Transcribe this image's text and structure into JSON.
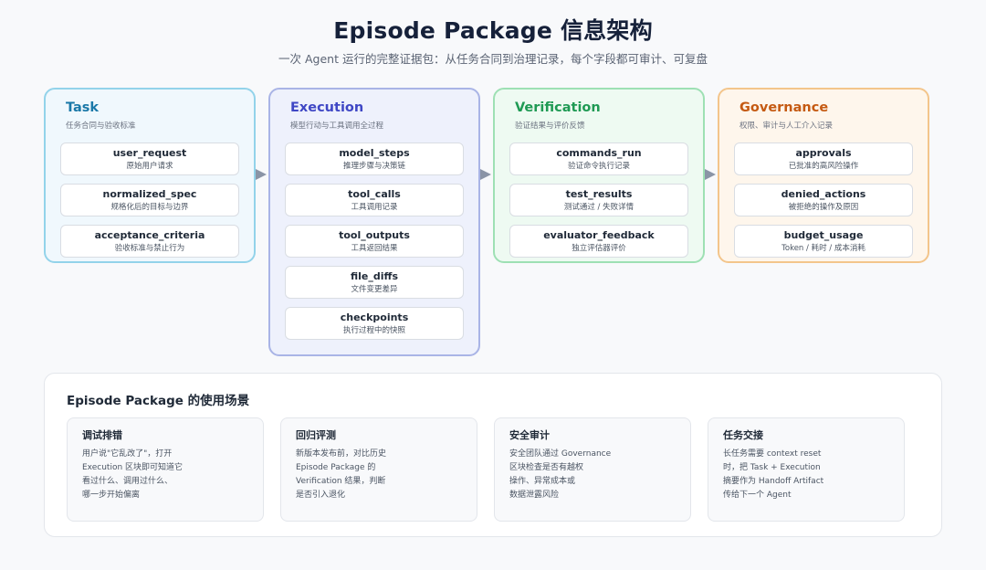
{
  "title": "Episode Package 信息架构",
  "subtitle": "一次 Agent 运行的完整证据包：从任务合同到治理记录，每个字段都可审计、可复盘",
  "colors": {
    "task": "#1a78a8",
    "execution": "#3f47c5",
    "verification": "#1f9a54",
    "governance": "#c55a12",
    "arrow": "#8a94a6"
  },
  "columns": [
    {
      "name": "Task",
      "subtitle": "任务合同与验收标准",
      "fields": [
        {
          "name": "user_request",
          "desc": "原始用户请求"
        },
        {
          "name": "normalized_spec",
          "desc": "规格化后的目标与边界"
        },
        {
          "name": "acceptance_criteria",
          "desc": "验收标准与禁止行为"
        }
      ]
    },
    {
      "name": "Execution",
      "subtitle": "模型行动与工具调用全过程",
      "fields": [
        {
          "name": "model_steps",
          "desc": "推理步骤与决策链"
        },
        {
          "name": "tool_calls",
          "desc": "工具调用记录"
        },
        {
          "name": "tool_outputs",
          "desc": "工具返回结果"
        },
        {
          "name": "file_diffs",
          "desc": "文件变更差异"
        },
        {
          "name": "checkpoints",
          "desc": "执行过程中的快照"
        }
      ]
    },
    {
      "name": "Verification",
      "subtitle": "验证结果与评价反馈",
      "fields": [
        {
          "name": "commands_run",
          "desc": "验证命令执行记录"
        },
        {
          "name": "test_results",
          "desc": "测试通过 / 失败详情"
        },
        {
          "name": "evaluator_feedback",
          "desc": "独立评估器评价"
        }
      ]
    },
    {
      "name": "Governance",
      "subtitle": "权限、审计与人工介入记录",
      "fields": [
        {
          "name": "approvals",
          "desc": "已批准的高风险操作"
        },
        {
          "name": "denied_actions",
          "desc": "被拒绝的操作及原因"
        },
        {
          "name": "budget_usage",
          "desc": "Token / 耗时 / 成本消耗"
        }
      ]
    }
  ],
  "usage": {
    "title": "Episode Package 的使用场景",
    "cards": [
      {
        "title": "调试排错",
        "lines": [
          "用户说\"它乱改了\"，打开",
          "Execution 区块即可知道它",
          "看过什么、调用过什么、",
          "哪一步开始偏离"
        ]
      },
      {
        "title": "回归评测",
        "lines": [
          "新版本发布前，对比历史",
          "Episode Package 的",
          "Verification 结果，判断",
          "是否引入退化"
        ]
      },
      {
        "title": "安全审计",
        "lines": [
          "安全团队通过 Governance",
          "区块检查是否有越权",
          "操作、异常成本或",
          "数据泄露风险"
        ]
      },
      {
        "title": "任务交接",
        "lines": [
          "长任务需要 context reset",
          "时，把 Task + Execution",
          "摘要作为 Handoff Artifact",
          "传给下一个 Agent"
        ]
      }
    ]
  }
}
